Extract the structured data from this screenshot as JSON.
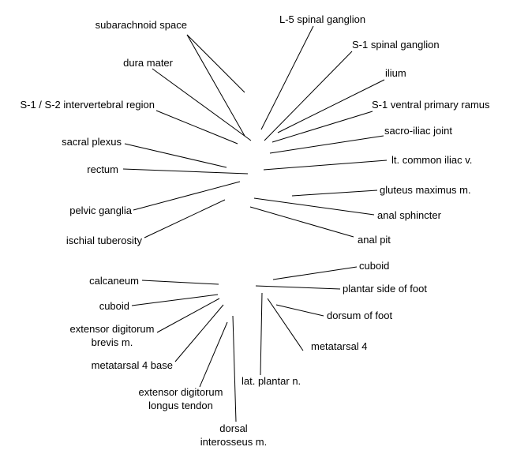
{
  "labels": {
    "subarachnoid_space": "subarachnoid space",
    "dura_mater": "dura mater",
    "s1_s2_region": "S-1 / S-2 intervertebral region",
    "sacral_plexus": "sacral plexus",
    "rectum": "rectum",
    "pelvic_ganglia": "pelvic ganglia",
    "ischial_tuberosity": "ischial tuberosity",
    "l5_spinal_ganglion": "L-5 spinal ganglion",
    "s1_spinal_ganglion": "S-1 spinal ganglion",
    "ilium": "ilium",
    "s1_ventral_primary_ramus": "S-1 ventral primary ramus",
    "sacro_iliac_joint": "sacro-iliac joint",
    "lt_common_iliac_v": "lt. common iliac v.",
    "gluteus_maximus": "gluteus maximus m.",
    "anal_sphincter": "anal sphincter",
    "anal_pit": "anal pit",
    "calcaneum": "calcaneum",
    "cuboid_left": "cuboid",
    "extensor_digitorum_brevis_1": "extensor digitorum",
    "extensor_digitorum_brevis_2": "brevis m.",
    "metatarsal_4_base": "metatarsal 4 base",
    "extensor_digitorum_longus_1": "extensor digitorum",
    "extensor_digitorum_longus_2": "longus tendon",
    "dorsal_interosseus_1": "dorsal",
    "dorsal_interosseus_2": "interosseus m.",
    "lat_plantar_n": "lat. plantar n.",
    "metatarsal_4": "metatarsal 4",
    "dorsum_of_foot": "dorsum of foot",
    "plantar_side_of_foot": "plantar side of foot",
    "cuboid_right": "cuboid"
  }
}
